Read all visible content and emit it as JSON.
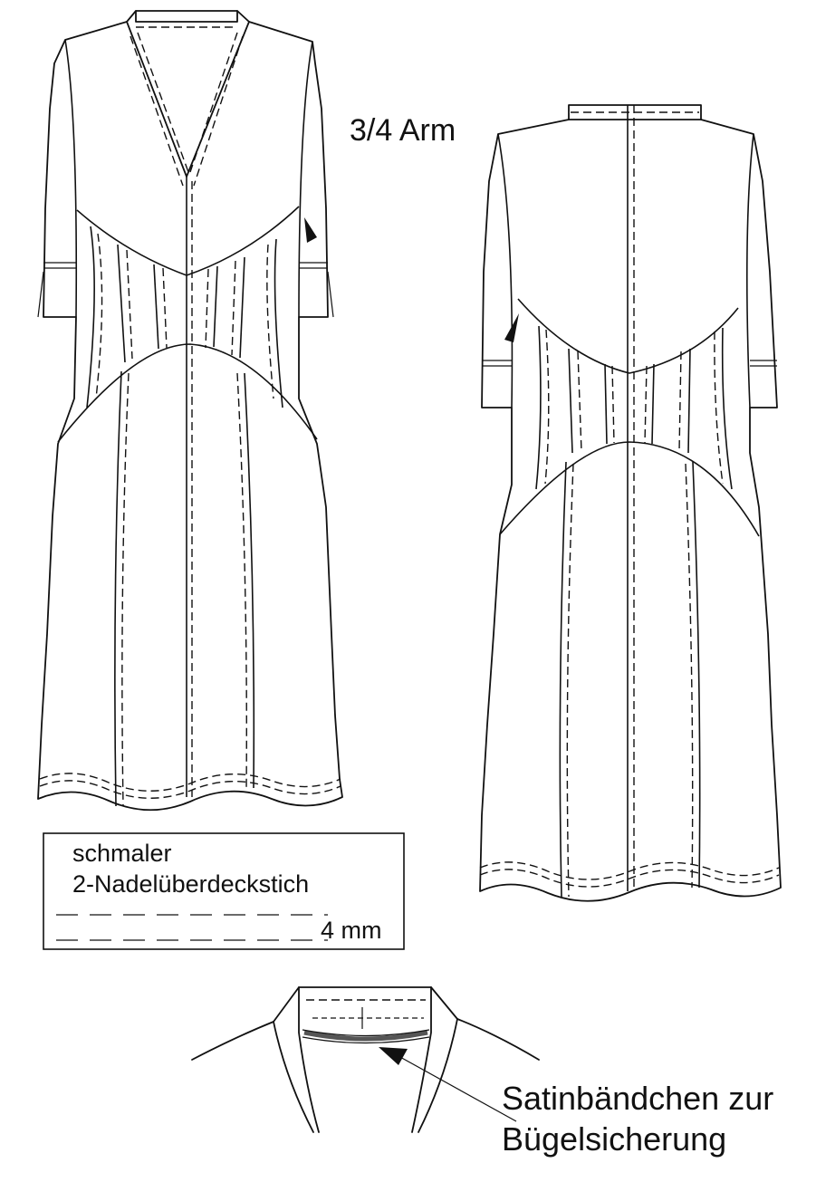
{
  "labels": {
    "sleeve": "3/4 Arm",
    "legend_line1": "schmaler",
    "legend_line2": "2-Nadelüberdeckstich",
    "legend_measure": "4 mm",
    "note_line1": "Satinbändchen zur",
    "note_line2": "Bügelsicherung"
  },
  "colors": {
    "line": "#111111",
    "satin_ribbon": "#555555",
    "background": "#ffffff"
  },
  "icons": {
    "notch_marker": "notch-triangle",
    "pointer": "arrow-pointer"
  }
}
